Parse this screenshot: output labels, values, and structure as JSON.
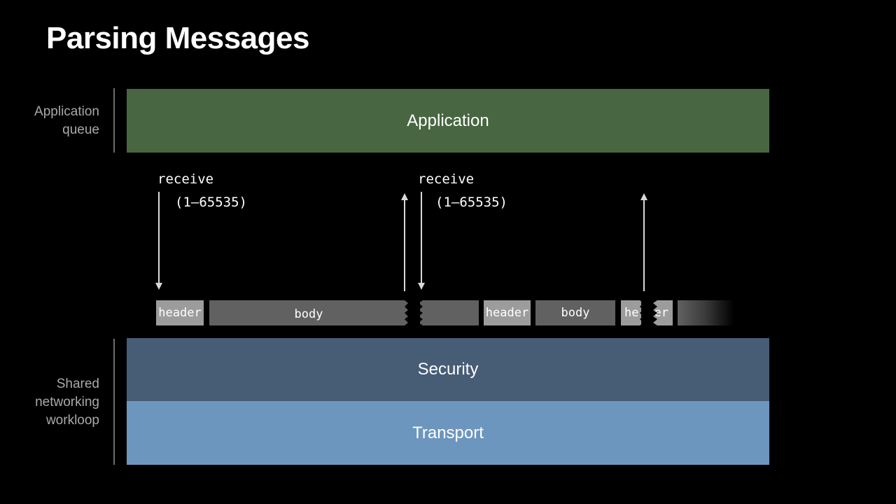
{
  "title": "Parsing Messages",
  "side_labels": {
    "app_queue": "Application\nqueue",
    "shared_workloop": "Shared\nnetworking\nworkloop"
  },
  "layers": {
    "application": "Application",
    "security": "Security",
    "transport": "Transport"
  },
  "receives": [
    {
      "label": "receive",
      "range": "(1–65535)"
    },
    {
      "label": "receive",
      "range": "(1–65535)"
    }
  ],
  "segments": {
    "header_1": "header",
    "body_1": "body",
    "header_2": "header",
    "body_2": "body",
    "header_3_left": "he",
    "header_3_right": "er"
  },
  "colors": {
    "background": "#000000",
    "application": "#476641",
    "security": "#475c75",
    "transport": "#6d96bf",
    "header_segment": "#9c9c9c",
    "body_segment": "#616161"
  }
}
